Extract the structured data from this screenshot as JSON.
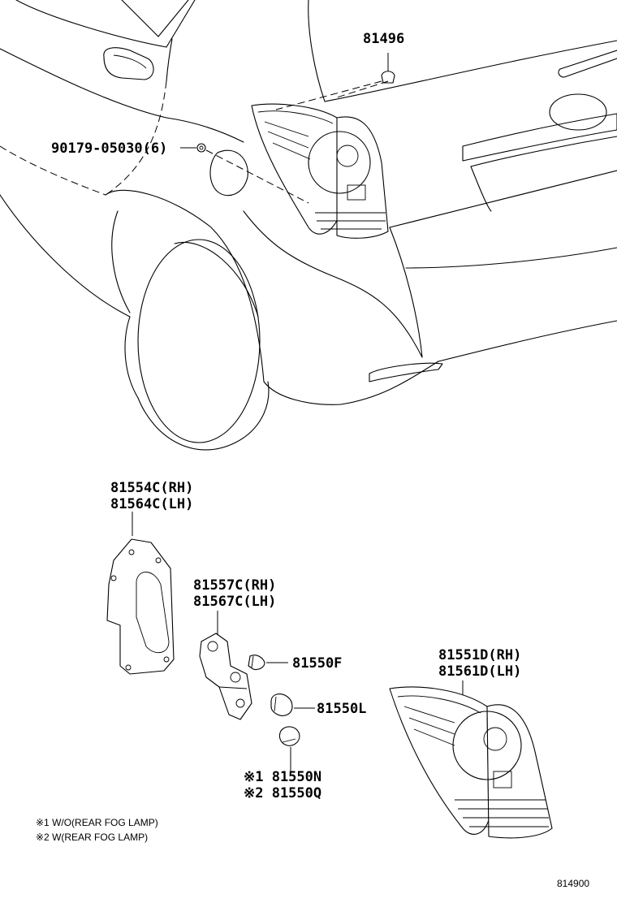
{
  "diagram": {
    "labels": {
      "clip_81496": "81496",
      "screw_90179": "90179-05030(6)",
      "cover_rh": "81554C(RH)",
      "cover_lh": "81564C(LH)",
      "socket_rh": "81557C(RH)",
      "socket_lh": "81567C(LH)",
      "bulb_f": "81550F",
      "bulb_l": "81550L",
      "bulb_n": "※1 81550N",
      "bulb_q": "※2 81550Q",
      "lamp_rh": "81551D(RH)",
      "lamp_lh": "81561D(LH)"
    },
    "notes": [
      "※1 W/O(REAR FOG LAMP)",
      "※2 W(REAR FOG LAMP)"
    ],
    "figure_code": "814900"
  }
}
